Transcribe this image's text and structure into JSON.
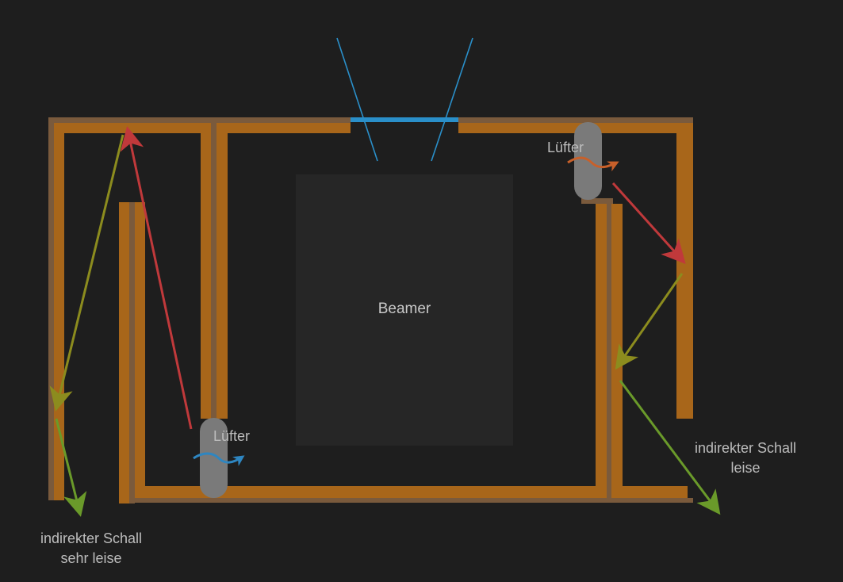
{
  "labels": {
    "beamer": "Beamer",
    "fan_bottom": "Lüfter",
    "fan_top": "Lüfter",
    "sound_right": {
      "line1": "indirekter Schall",
      "line2": "leise"
    },
    "sound_left": {
      "line1": "indirekter Schall",
      "line2": "sehr leise"
    }
  },
  "colors": {
    "background": "#1e1e1e",
    "wall_orange": "#a8661a",
    "wall_brown": "#7a5a3c",
    "beamer_box": "#262626",
    "lens_window": "#2a8fc9",
    "light_beam": "#2a8fc9",
    "fan": "#7a7a7a",
    "airflow_blue": "#2e86c1",
    "airflow_orange": "#c8602a",
    "arrow_red": "#c0393b",
    "arrow_olive": "#8c8c1e",
    "arrow_green": "#6a9a2a",
    "text": "#bdbdbd"
  },
  "icons": [
    "fan-icon",
    "airflow-icon",
    "arrow-icon"
  ]
}
